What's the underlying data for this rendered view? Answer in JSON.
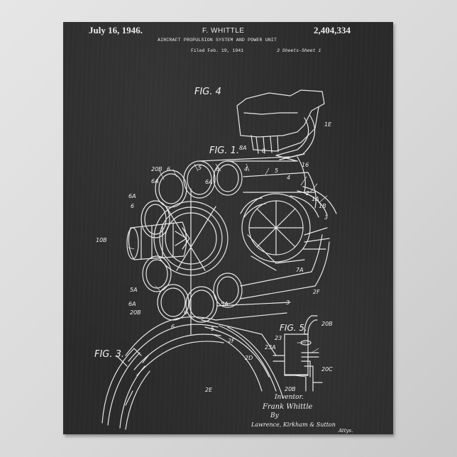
{
  "poster": {
    "header": {
      "date": "July 16, 1946.",
      "inventor": "F. WHITTLE",
      "patent_number": "2,404,334",
      "title": "AIRCRAFT PROPULSION SYSTEM AND POWER UNIT",
      "filed": "Filed Feb. 19, 1941",
      "sheets": "3 Sheets-Sheet 1"
    },
    "figures": {
      "fig1": "FIG. 1.",
      "fig3": "FIG. 3.",
      "fig4": "FIG. 4",
      "fig5": "FIG. 5."
    },
    "labels": {
      "l_6_a": "6",
      "l_20b_a": "20B",
      "l_6a_a": "6A",
      "l_5_a": "5",
      "l_6_b": "6",
      "l_6a_b": "6A",
      "l_6_c": "6",
      "l_4_a": "4",
      "l_5_b": "5",
      "l_4_b": "4",
      "l_2": "2",
      "l_1a": "1A",
      "l_1b": "1B",
      "l_3_a": "3",
      "l_8a": "8A",
      "l_8": "8",
      "l_16": "16",
      "l_1e": "1E",
      "l_10b": "10B",
      "l_5a_a": "5A",
      "l_6a_c": "6A",
      "l_20b_b": "20B",
      "l_6a_d": "6A",
      "l_6_d": "6",
      "l_5_c": "5",
      "l_5a_b": "5A",
      "l_2f_a": "2F",
      "l_2f_b": "2F",
      "l_2d": "2D",
      "l_2e": "2E",
      "l_3_b": "3",
      "l_7a": "7A",
      "l_6_e": "6",
      "l_23": "23",
      "l_23a": "23A",
      "l_20b_c": "20B",
      "l_20c": "20C",
      "l_20b_d": "20B"
    },
    "signature": {
      "inventor_label": "Inventor.",
      "inventor_name": "Frank Whittle",
      "by": "By",
      "attorneys": "Lawrence, Kirkham & Sutton",
      "atty_abbr": "Attys."
    },
    "colors": {
      "board": "#2a2a2a",
      "chalk": "#ececec",
      "background": "#dcdcdc"
    }
  }
}
